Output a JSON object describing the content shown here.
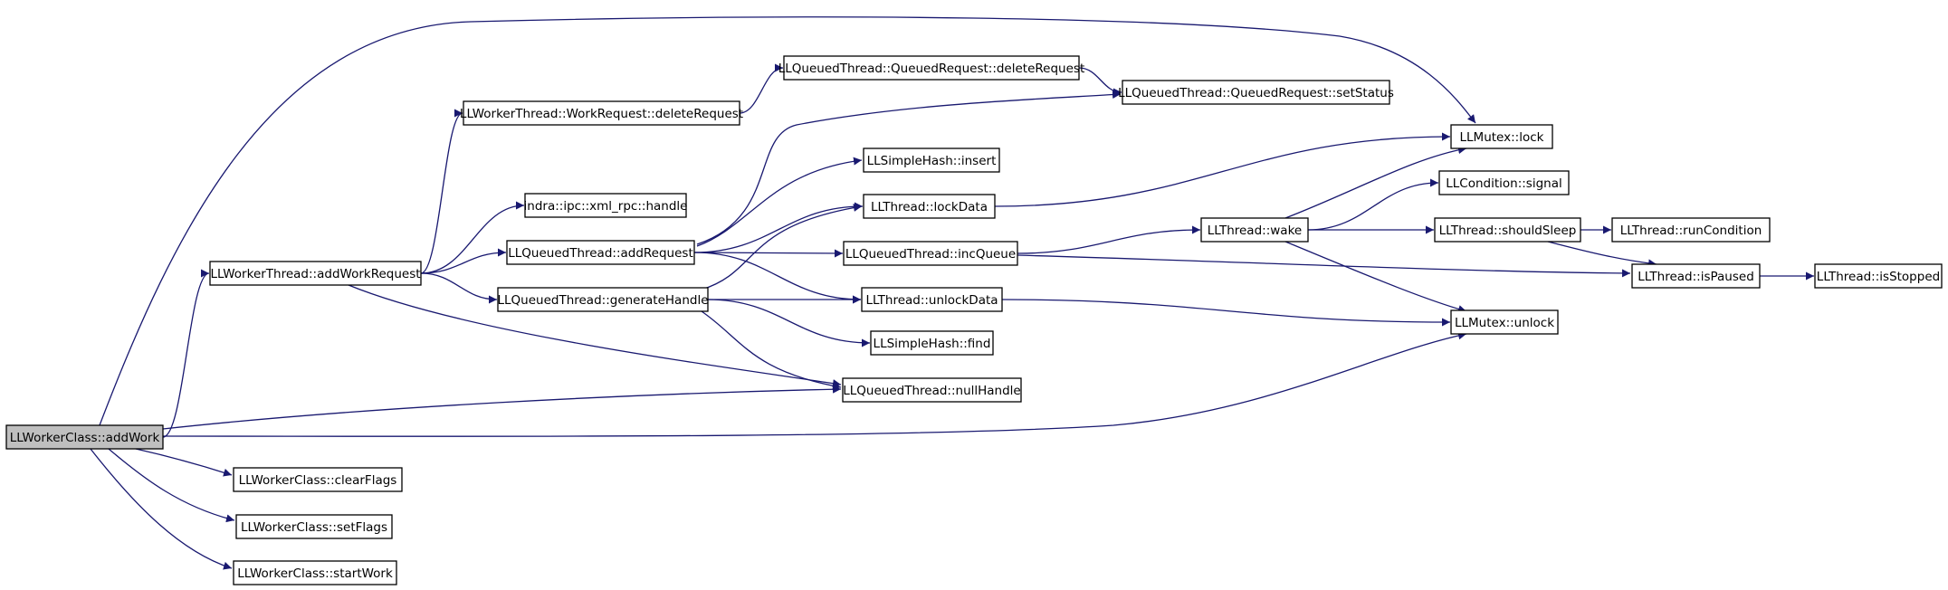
{
  "graph": {
    "edge_color": "#191970",
    "root_fill": "#bfbfbf",
    "nodes": [
      {
        "id": "addWork",
        "label": "LLWorkerClass::addWork",
        "root": true
      },
      {
        "id": "addWorkRequest",
        "label": "LLWorkerThread::addWorkRequest"
      },
      {
        "id": "clearFlags",
        "label": "LLWorkerClass::clearFlags"
      },
      {
        "id": "setFlags",
        "label": "LLWorkerClass::setFlags"
      },
      {
        "id": "startWork",
        "label": "LLWorkerClass::startWork"
      },
      {
        "id": "wrDeleteRequest",
        "label": "LLWorkerThread::WorkRequest::deleteRequest"
      },
      {
        "id": "xmlrpcHandle",
        "label": "indra::ipc::xml_rpc::handle"
      },
      {
        "id": "addRequest",
        "label": "LLQueuedThread::addRequest"
      },
      {
        "id": "generateHandle",
        "label": "LLQueuedThread::generateHandle"
      },
      {
        "id": "qrDeleteRequest",
        "label": "LLQueuedThread::QueuedRequest::deleteRequest"
      },
      {
        "id": "setStatus",
        "label": "LLQueuedThread::QueuedRequest::setStatus"
      },
      {
        "id": "hashInsert",
        "label": "LLSimpleHash::insert"
      },
      {
        "id": "lockData",
        "label": "LLThread::lockData"
      },
      {
        "id": "incQueue",
        "label": "LLQueuedThread::incQueue"
      },
      {
        "id": "unlockData",
        "label": "LLThread::unlockData"
      },
      {
        "id": "hashFind",
        "label": "LLSimpleHash::find"
      },
      {
        "id": "nullHandle",
        "label": "LLQueuedThread::nullHandle"
      },
      {
        "id": "wake",
        "label": "LLThread::wake"
      },
      {
        "id": "mutexLock",
        "label": "LLMutex::lock"
      },
      {
        "id": "signal",
        "label": "LLCondition::signal"
      },
      {
        "id": "shouldSleep",
        "label": "LLThread::shouldSleep"
      },
      {
        "id": "runCondition",
        "label": "LLThread::runCondition"
      },
      {
        "id": "isPaused",
        "label": "LLThread::isPaused"
      },
      {
        "id": "isStopped",
        "label": "LLThread::isStopped"
      },
      {
        "id": "mutexUnlock",
        "label": "LLMutex::unlock"
      }
    ],
    "edges": [
      [
        "addWork",
        "addWorkRequest"
      ],
      [
        "addWork",
        "mutexLock"
      ],
      [
        "addWork",
        "nullHandle"
      ],
      [
        "addWork",
        "mutexUnlock"
      ],
      [
        "addWork",
        "clearFlags"
      ],
      [
        "addWork",
        "setFlags"
      ],
      [
        "addWork",
        "startWork"
      ],
      [
        "addWorkRequest",
        "wrDeleteRequest"
      ],
      [
        "addWorkRequest",
        "xmlrpcHandle"
      ],
      [
        "addWorkRequest",
        "addRequest"
      ],
      [
        "addWorkRequest",
        "generateHandle"
      ],
      [
        "addWorkRequest",
        "nullHandle"
      ],
      [
        "wrDeleteRequest",
        "qrDeleteRequest"
      ],
      [
        "qrDeleteRequest",
        "setStatus"
      ],
      [
        "addRequest",
        "setStatus"
      ],
      [
        "addRequest",
        "hashInsert"
      ],
      [
        "addRequest",
        "lockData"
      ],
      [
        "addRequest",
        "incQueue"
      ],
      [
        "addRequest",
        "unlockData"
      ],
      [
        "generateHandle",
        "lockData"
      ],
      [
        "generateHandle",
        "unlockData"
      ],
      [
        "generateHandle",
        "hashFind"
      ],
      [
        "generateHandle",
        "nullHandle"
      ],
      [
        "lockData",
        "mutexLock"
      ],
      [
        "incQueue",
        "wake"
      ],
      [
        "incQueue",
        "isPaused"
      ],
      [
        "unlockData",
        "mutexUnlock"
      ],
      [
        "wake",
        "mutexLock"
      ],
      [
        "wake",
        "signal"
      ],
      [
        "wake",
        "shouldSleep"
      ],
      [
        "wake",
        "mutexUnlock"
      ],
      [
        "shouldSleep",
        "runCondition"
      ],
      [
        "shouldSleep",
        "isPaused"
      ],
      [
        "isPaused",
        "isStopped"
      ]
    ]
  }
}
